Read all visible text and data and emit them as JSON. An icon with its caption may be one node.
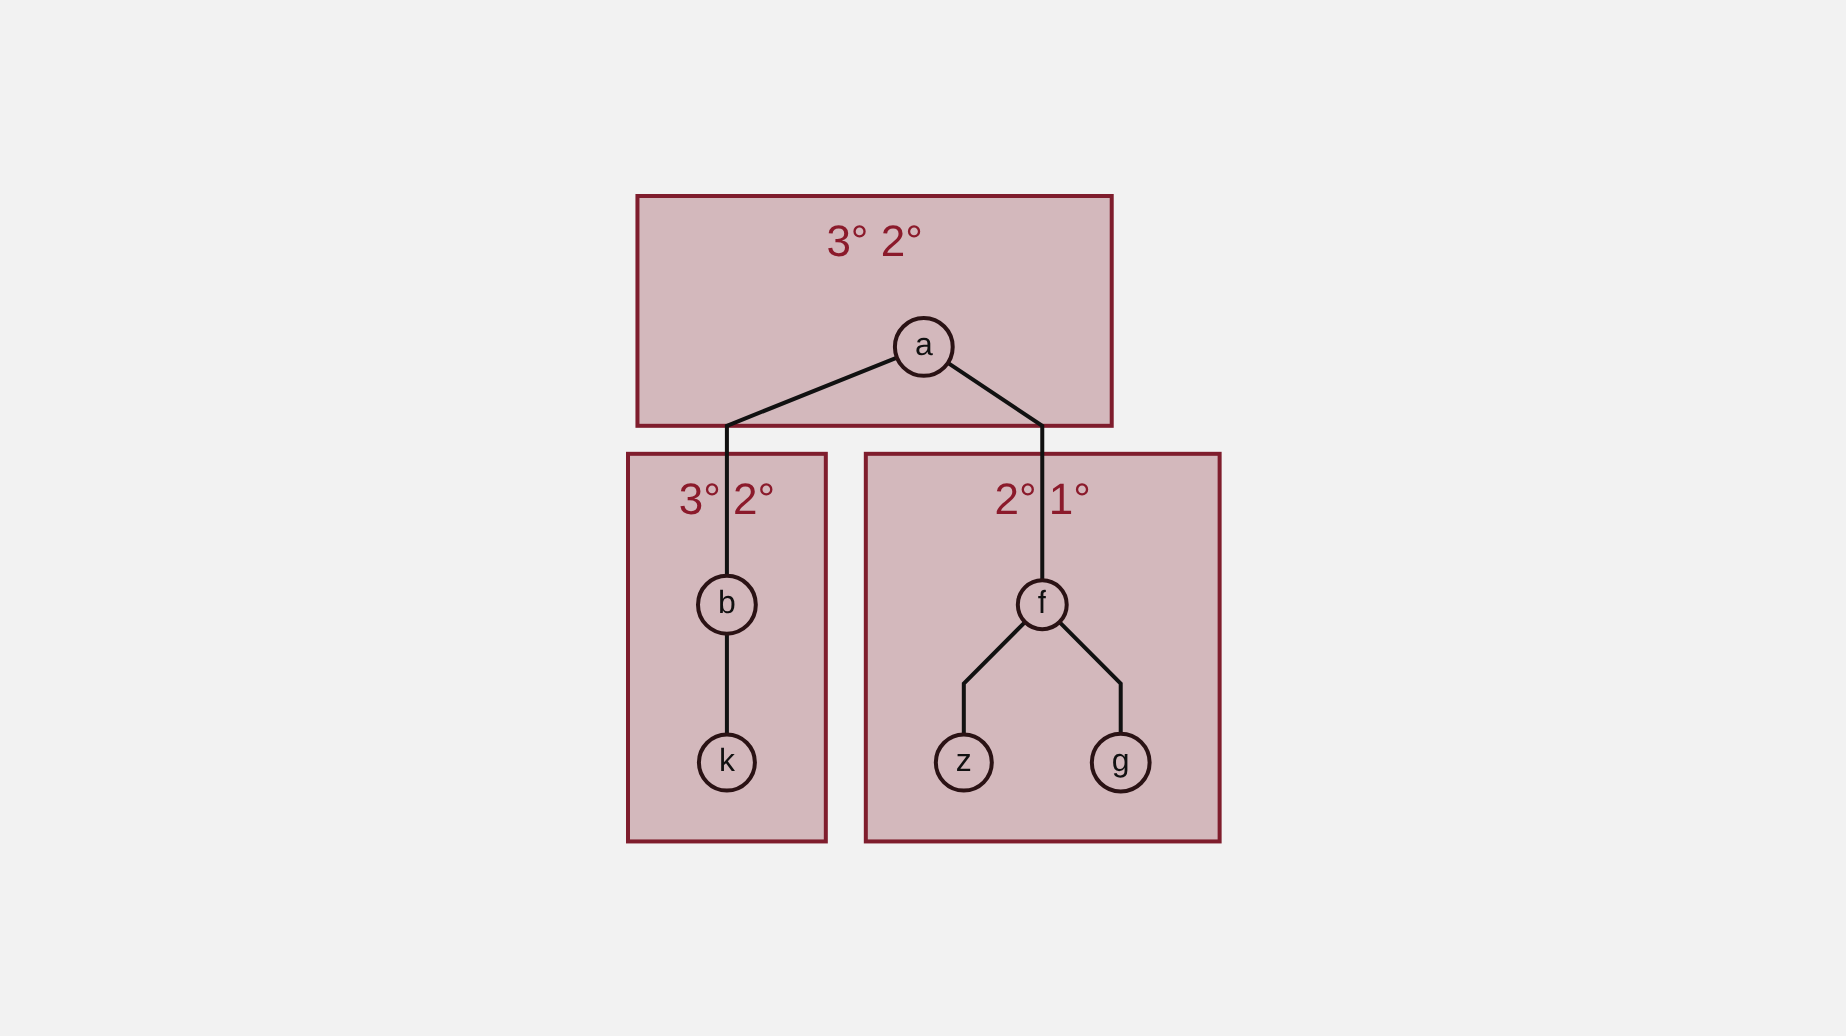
{
  "diagram": {
    "nodes": [
      {
        "text": [
          "3°",
          "2°"
        ]
      },
      {
        "text": [
          "a"
        ],
        "in": 0
      },
      {
        "text": [
          "2°",
          "1°"
        ]
      },
      {
        "text": [
          "f"
        ],
        "in": 2
      },
      {
        "text": [
          "z"
        ],
        "in": 2
      },
      {
        "text": [
          "g"
        ],
        "in": 2
      },
      {
        "text": [
          "3°",
          "2°"
        ]
      },
      {
        "text": [
          "b"
        ],
        "in": 6
      },
      {
        "text": [
          "k"
        ],
        "in": 6
      }
    ],
    "edges": [
      {
        "from": 1,
        "to": 3,
        "arrow": "none"
      },
      {
        "from": 1,
        "to": 7,
        "arrow": "none"
      },
      {
        "from": 3,
        "to": 4,
        "arrow": "none"
      },
      {
        "from": 3,
        "to": 5,
        "arrow": "none"
      },
      {
        "from": 7,
        "to": 8,
        "arrow": "none"
      }
    ]
  }
}
